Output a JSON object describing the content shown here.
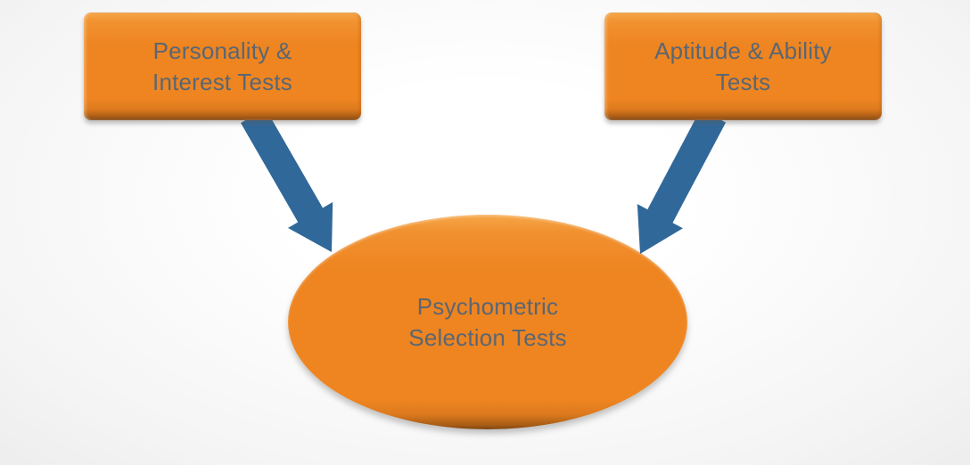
{
  "colors": {
    "node_fill": "#ee8521",
    "node_fill_light": "#f6a748",
    "node_fill_shade": "#dd7a1e",
    "node_fill_dark": "#7d4513",
    "arrow": "#306899",
    "node_text": "#5b6673",
    "bg_center": "#ffffff",
    "bg_edge": "#e8e8e8"
  },
  "diagram": {
    "nodes": [
      {
        "id": "personality-interest-tests",
        "shape": "rectangle",
        "label": "Personality &\nInterest Tests"
      },
      {
        "id": "aptitude-ability-tests",
        "shape": "rectangle",
        "label": "Aptitude & Ability\nTests"
      },
      {
        "id": "psychometric-selection-tests",
        "shape": "ellipse",
        "label": "Psychometric\nSelection Tests"
      }
    ],
    "connectors": [
      {
        "from": "personality-interest-tests",
        "to": "psychometric-selection-tests",
        "style": "block-arrow"
      },
      {
        "from": "aptitude-ability-tests",
        "to": "psychometric-selection-tests",
        "style": "block-arrow"
      }
    ]
  }
}
